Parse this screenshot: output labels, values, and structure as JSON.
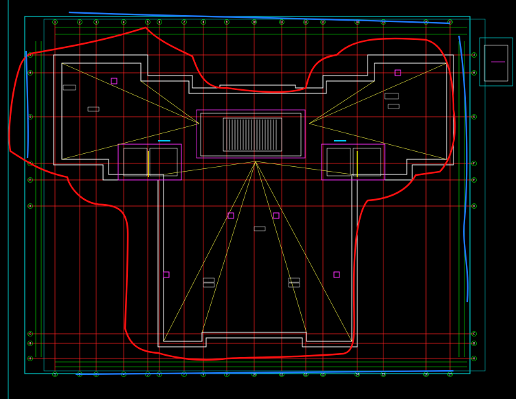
{
  "drawing": {
    "title_block": "",
    "scale_note": ""
  },
  "axes": {
    "columns": [
      "1",
      "2",
      "3",
      "4",
      "5",
      "6",
      "7",
      "8",
      "9",
      "10",
      "11",
      "12",
      "13",
      "14",
      "15",
      "16",
      "17"
    ],
    "rows": [
      "J",
      "H",
      "G",
      "F",
      "E",
      "D",
      "C",
      "B",
      "A"
    ]
  },
  "colors": {
    "background": "#000000",
    "frame": "#00c8c8",
    "wall": "#ffffff",
    "grid": "#ff2020",
    "dimension": "#00ff00",
    "slope": "#e8e840",
    "markup_red": "#ff1010",
    "markup_blue": "#1e7bff",
    "accent_magenta": "#ff30ff"
  }
}
